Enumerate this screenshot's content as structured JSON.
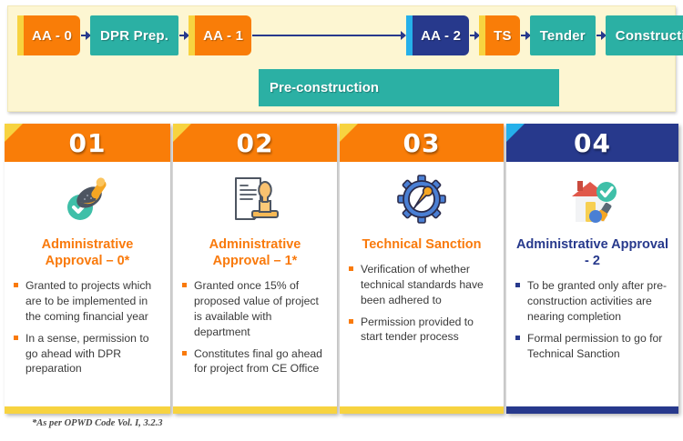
{
  "flow": {
    "nodes": [
      {
        "label": "AA - 0",
        "style": "orange"
      },
      {
        "label": "DPR Prep.",
        "style": "teal"
      },
      {
        "label": "AA - 1",
        "style": "orange"
      },
      {
        "label": "AA - 2",
        "style": "navy"
      },
      {
        "label": "TS",
        "style": "orange"
      },
      {
        "label": "Tender",
        "style": "teal"
      },
      {
        "label": "Construction",
        "style": "teal"
      }
    ],
    "phase_bar_label": "Pre-construction",
    "colors": {
      "panel_background": "#fdf6d2",
      "orange": "#f97d08",
      "teal": "#2bb0a4",
      "navy": "#27398c",
      "yellow": "#f7d340",
      "light_blue": "#25b0ea",
      "arrow": "#27398c"
    }
  },
  "cards": [
    {
      "number": "01",
      "title": "Administrative Approval – 0*",
      "icon": "stamp-check-icon",
      "accent": "#f97a0c",
      "corner_color": "#f7d340",
      "footbar_color": "#f7d340",
      "bullets": [
        "Granted to projects which are to be implemented in the coming financial year",
        "In a sense, permission to go ahead with DPR preparation"
      ]
    },
    {
      "number": "02",
      "title": "Administrative Approval – 1*",
      "icon": "document-stamp-icon",
      "accent": "#f97a0c",
      "corner_color": "#f7d340",
      "footbar_color": "#f7d340",
      "bullets": [
        "Granted once 15% of proposed value of project is available with department",
        "Constitutes final go ahead for project from CE Office"
      ]
    },
    {
      "number": "03",
      "title": "Technical Sanction",
      "icon": "gear-wrench-icon",
      "accent": "#f97a0c",
      "corner_color": "#f7d340",
      "footbar_color": "#f7d340",
      "bullets": [
        "Verification of whether technical standards have been adhered to",
        "Permission provided to start tender process"
      ]
    },
    {
      "number": "04",
      "title": "Administrative Approval - 2",
      "icon": "house-check-brush-icon",
      "accent": "#27398c",
      "corner_color": "#25b0ea",
      "footbar_color": "#27398c",
      "bullets": [
        "To be granted only after pre-construction activities are nearing completion",
        "Formal permission to go for Technical Sanction"
      ]
    }
  ],
  "footnote": "*As per OPWD Code Vol. I, 3.2.3"
}
